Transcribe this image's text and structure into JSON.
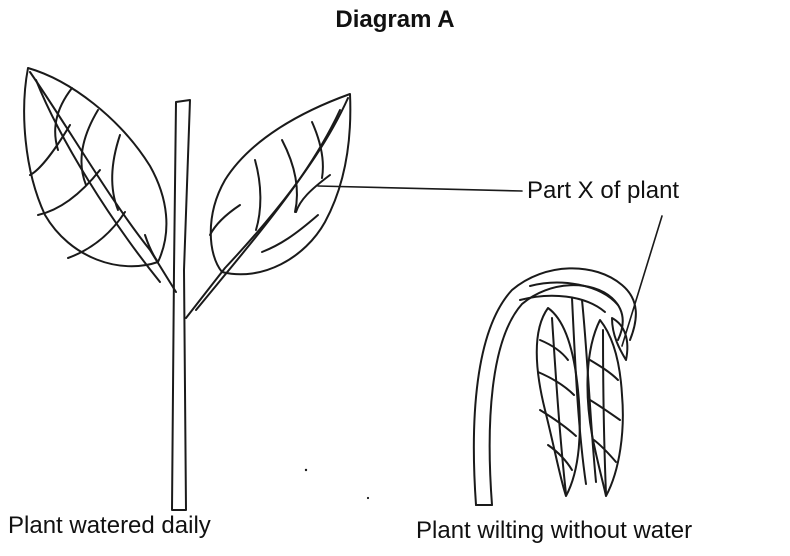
{
  "diagram": {
    "title": "Diagram A",
    "part_label": "Part X of plant",
    "captions": {
      "watered": "Plant watered daily",
      "wilting": "Plant wilting without water"
    }
  },
  "colors": {
    "ink": "#1a1a1a",
    "background": "#ffffff"
  }
}
